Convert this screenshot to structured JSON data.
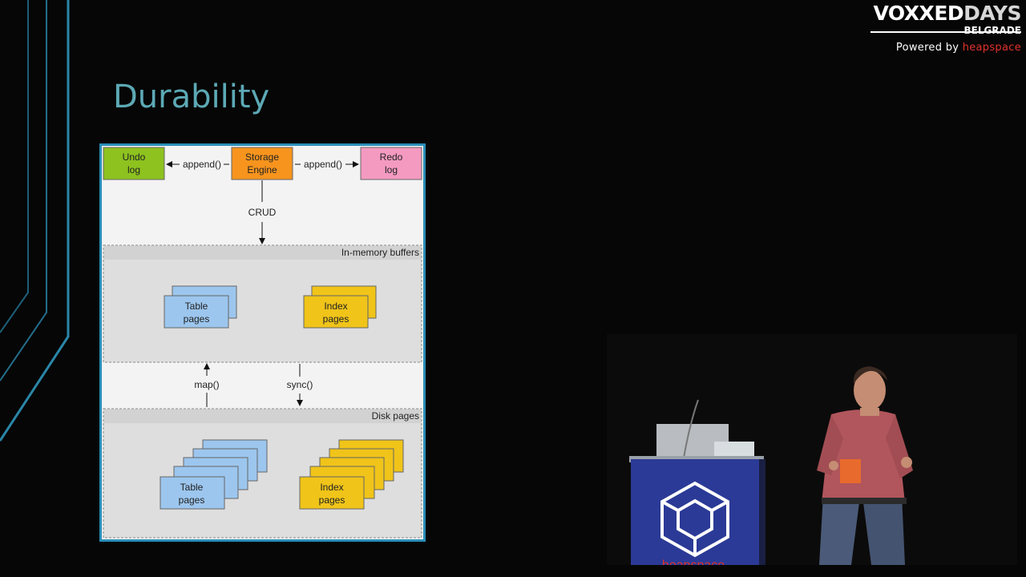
{
  "slide": {
    "title": "Durability"
  },
  "branding": {
    "event_prefix": "VOXXED",
    "event_suffix": "DAYS",
    "city": "BELGRADE",
    "powered_prefix": "Powered by",
    "powered_name": "heapspace"
  },
  "diagram": {
    "undo_log": [
      "Undo",
      "log"
    ],
    "storage_engine": [
      "Storage",
      "Engine"
    ],
    "redo_log": [
      "Redo",
      "log"
    ],
    "append_left": "append()",
    "append_right": "append()",
    "crud": "CRUD",
    "in_memory_buffers": "In-memory buffers",
    "table_pages_mem": [
      "Table",
      "pages"
    ],
    "index_pages_mem": [
      "Index",
      "pages"
    ],
    "map": "map()",
    "sync": "sync()",
    "disk_pages": "Disk pages",
    "table_pages_disk": [
      "Table",
      "pages"
    ],
    "index_pages_disk": [
      "Index",
      "pages"
    ]
  },
  "colors": {
    "title": "#5ca9b5",
    "undo": "#8dc21f",
    "storage": "#f7941d",
    "redo": "#f49ac1",
    "table_pages": "#9cc6ee",
    "index_pages": "#f0c419",
    "brand_red": "#e2322c",
    "podium": "#2b3a96"
  },
  "speaker_video": {
    "podium_text": "heapspace"
  }
}
